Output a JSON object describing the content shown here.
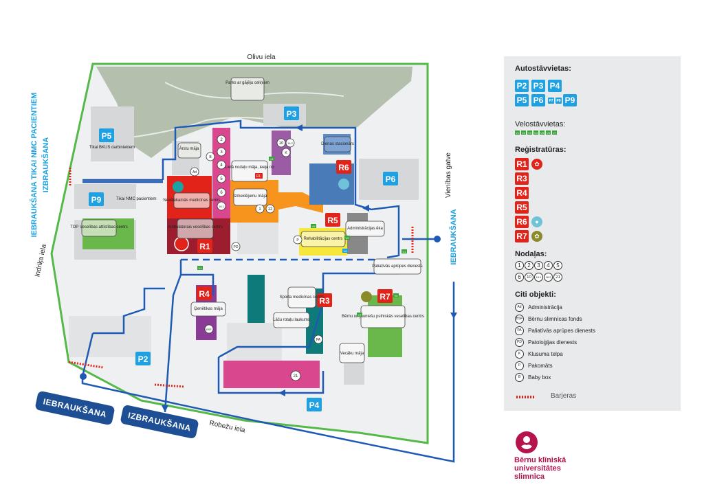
{
  "colors": {
    "route": "#1e5ab4",
    "perimeter": "#54b948",
    "parking": "#1da1e2",
    "registry": "#e2231a",
    "park": "#b5bfae",
    "ground": "#eeeff0",
    "building_grey": "#d6d7d8",
    "brand": "#b5124e"
  },
  "streets": {
    "olivu": "Olivu iela",
    "vienibas": "Vienības gatve",
    "robezu": "Robežu iela",
    "indrika": "Indriķa iela"
  },
  "entrances": {
    "left_vertical_line1": "IEBRAUKŠANA TIKAI NMC PACIENTIEM",
    "left_vertical_line2": "IZBRAUKŠANA",
    "right_vertical": "IEBRAUKŠANA",
    "bottom_in": "IEBRAUKŠANA",
    "bottom_out": "IZBRAUKŠANA"
  },
  "parking_lots": {
    "p2": "P2",
    "p3": "P3",
    "p4": "P4",
    "p5": "P5",
    "p6": "P6",
    "p9": "P9",
    "p5_note": "Tikai BKUS darbiniekiem",
    "p9_note": "Tikai NMC pacientiem"
  },
  "registry_marks": {
    "r1": "R1",
    "r3": "R3",
    "r4": "R4",
    "r5": "R5",
    "r6": "R6",
    "r7": "R7"
  },
  "buildings": {
    "parks": "Parks ar gājēju celiņiem",
    "arstu": "Ārstu māja",
    "liela": "Lielā nodaļu māja, ieeja no",
    "liela_badge": "R1",
    "izmeklejumu": "Izmeklējumu māja",
    "dienas": "Dienas stacionārs",
    "neatliekamas": "Neatliekamās medicīnas centrs",
    "ambulatorais": "Ambulatorais veselības centrs",
    "top": "TOP Veselības attīstības centrs",
    "administracijas": "Administrācijas ēka",
    "rehabilitacijas": "Rehabilitācijas centrs",
    "paliativas": "Paliatīvās aprūpes dienests",
    "sporta": "Sporta medicīnas centrs",
    "genetikas": "Ģenētikas māja",
    "lacu": "Lāču rotaļu laukums",
    "berni_jauniesi": "Bērnu un jauniešu psihiskās veselības centrs",
    "vecaku": "Vecāku māja"
  },
  "dept_numbers": {
    "d2": "2",
    "d3": "3",
    "d4": "4",
    "d5": "5",
    "d6": "6",
    "d161": "16.1",
    "d1": "1",
    "d12": "12",
    "d10": "10",
    "d162": "16.2",
    "d21": "21"
  },
  "object_marks": {
    "b": "B",
    "ad": "Ad",
    "k": "K",
    "pd": "PD",
    "p": "P",
    "pa": "PA",
    "bsf": "BSF"
  },
  "bike_marks": {
    "v1": "V1",
    "v2": "V2",
    "v3": "V3",
    "v4": "V4",
    "v5": "V5",
    "v6": "V6",
    "v7": "V7",
    "v8": "V8"
  },
  "legend": {
    "auto_title": "Autostāvvietas:",
    "parking": [
      "P2",
      "P3",
      "P4",
      "P5",
      "P6",
      "P7",
      "P8",
      "P9"
    ],
    "velo_title": "Velostāvvietas:",
    "velo": [
      "V1",
      "V2",
      "V3",
      "V4",
      "V5",
      "V6",
      "V7"
    ],
    "reg_title": "Reģistratūras:",
    "reg": [
      "R1",
      "R3",
      "R4",
      "R5",
      "R6",
      "R7"
    ],
    "nodalas_title": "Nodaļas:",
    "nodalas_row1": [
      "1",
      "2",
      "3",
      "4",
      "5"
    ],
    "nodalas_row2": [
      "6",
      "10",
      "16.1",
      "16.2",
      "21"
    ],
    "citi_title": "Citi objekti:",
    "citi": [
      {
        "mark": "Ad",
        "text": "Administrācija"
      },
      {
        "mark": "BSF",
        "text": "Bērnu slimnīcas fonds"
      },
      {
        "mark": "PA",
        "text": "Paliatīvās aprūpes dienests"
      },
      {
        "mark": "PD",
        "text": "Patoloģijas dienests"
      },
      {
        "mark": "K",
        "text": "Klusuma telpa"
      },
      {
        "mark": "P",
        "text": "Pakomāts"
      },
      {
        "mark": "B",
        "text": "Baby box"
      }
    ],
    "barjeras": "Barjeras"
  },
  "brand": {
    "line1": "Bērnu klīniskā",
    "line2": "universitātes",
    "line3": "slimnīca"
  }
}
